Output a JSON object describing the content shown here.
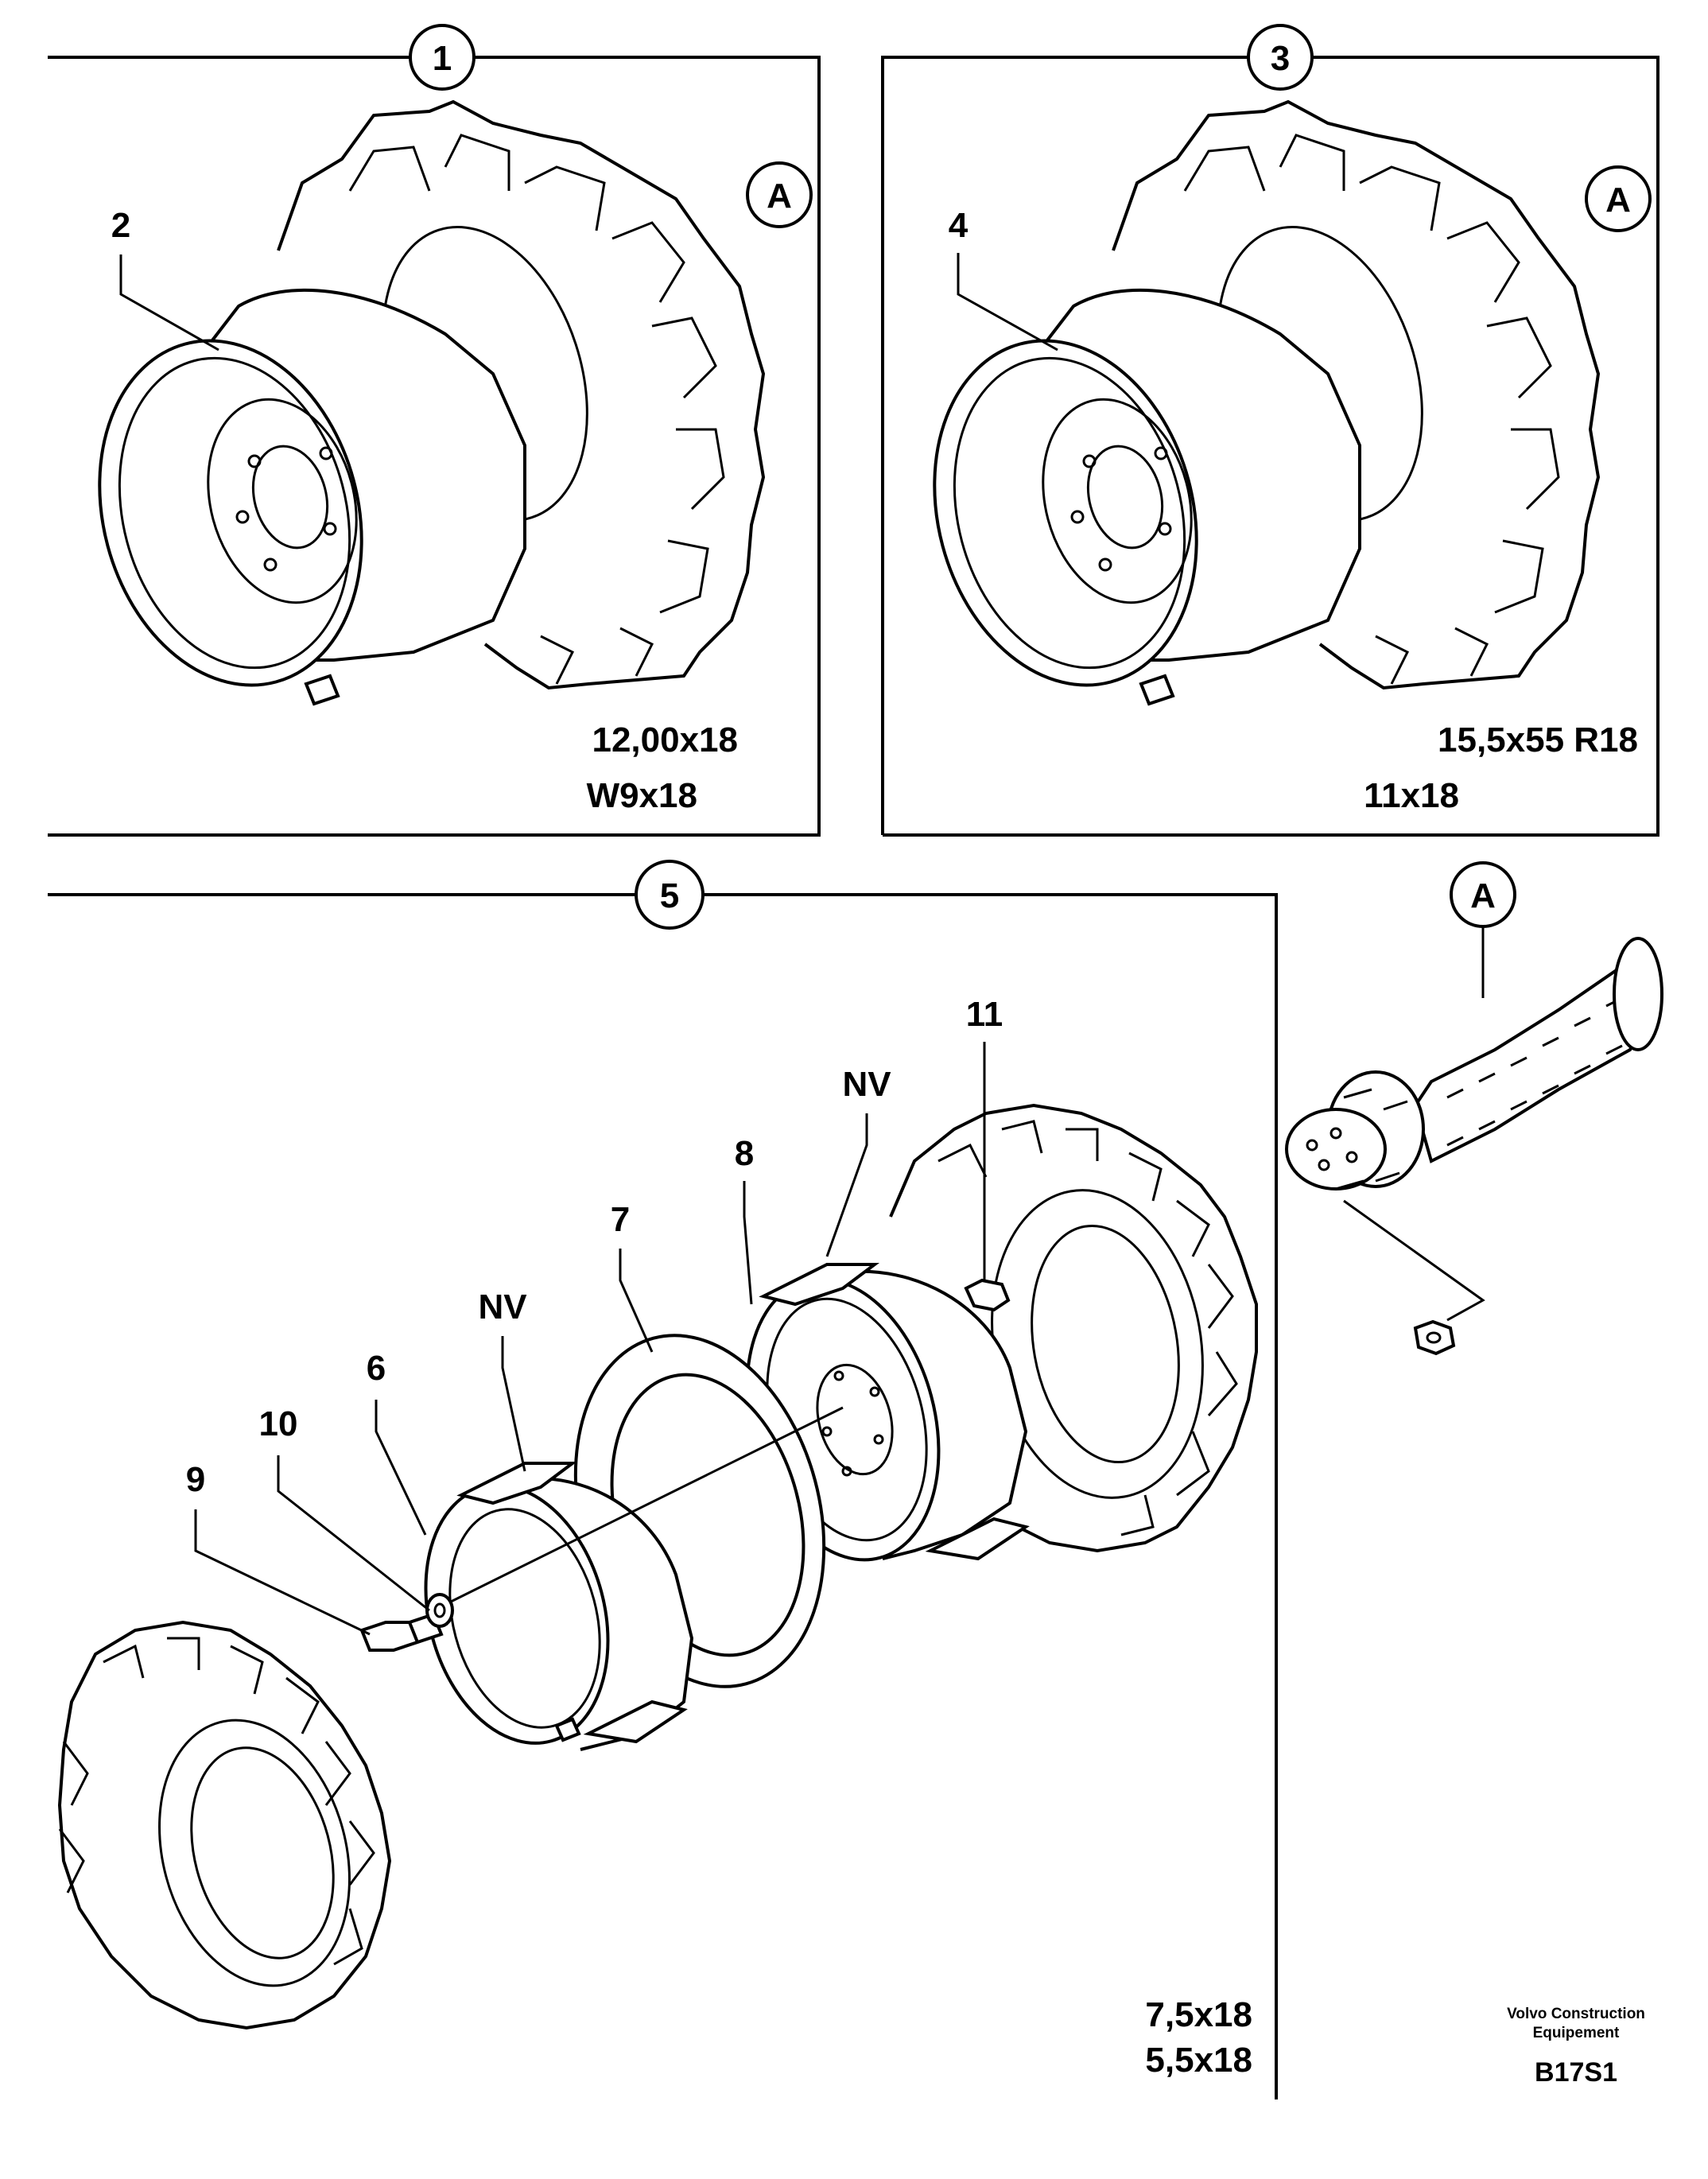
{
  "figure": {
    "callouts": {
      "c1": "1",
      "c3": "3",
      "c5": "5",
      "a1": "A",
      "a3": "A",
      "a_detail": "A"
    },
    "parts": {
      "p2": "2",
      "p4": "4",
      "p6": "6",
      "p7": "7",
      "p8": "8",
      "p9": "9",
      "p10": "10",
      "p11": "11",
      "nv_upper": "NV",
      "nv_lower": "NV"
    },
    "specs": {
      "panel1_tyre": "12,00x18",
      "panel1_rim": "W9x18",
      "panel3_tyre": "15,5x55 R18",
      "panel3_rim": "11x18",
      "panel5_rim_a": "7,5x18",
      "panel5_rim_b": "5,5x18"
    },
    "footer": {
      "brand_line1": "Volvo Construction",
      "brand_line2": "Equipement",
      "code": "B17S1"
    }
  }
}
